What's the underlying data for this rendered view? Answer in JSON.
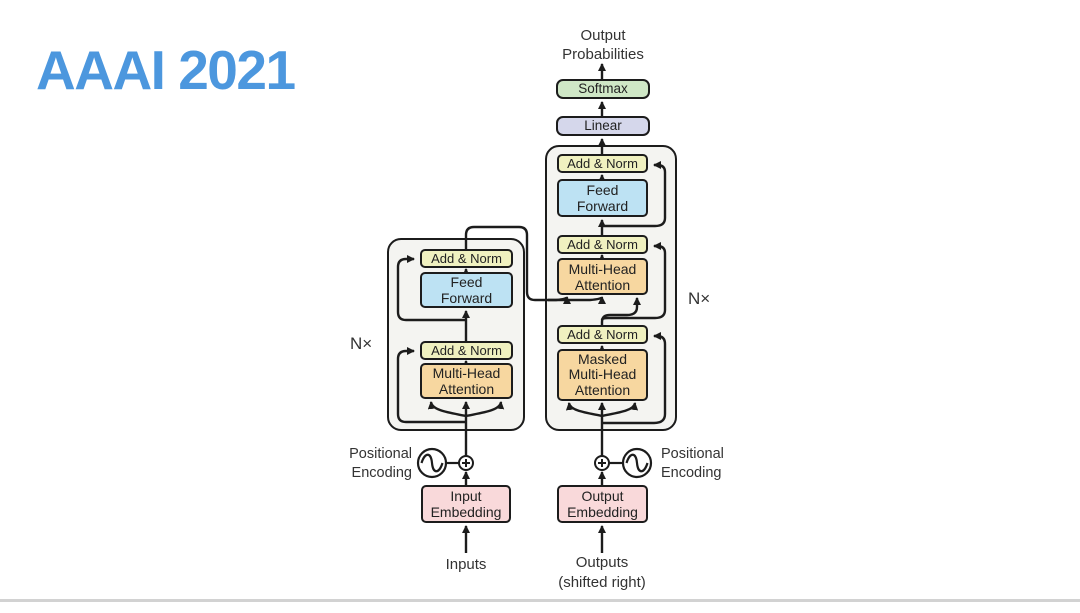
{
  "slide": {
    "title": "AAAI 2021"
  },
  "diagram": {
    "name": "Transformer model architecture",
    "labels": {
      "output_probabilities": "Output Probabilities",
      "softmax": "Softmax",
      "linear": "Linear",
      "add_norm": "Add & Norm",
      "feed_forward": "Feed Forward",
      "multi_head_attention": "Multi-Head Attention",
      "masked_multi_head_attention": "Masked Multi-Head Attention",
      "input_embedding": "Input Embedding",
      "output_embedding": "Output Embedding",
      "positional_encoding": "Positional Encoding",
      "n_times": "N×",
      "inputs": "Inputs",
      "outputs": "Outputs",
      "outputs_note": "(shifted right)"
    },
    "colors": {
      "title_blue": "#4c97de",
      "softmax_fill": "#cfe7c6",
      "linear_fill": "#d5d7eb",
      "add_norm_fill": "#f0f1c0",
      "feed_forward_fill": "#bde2f3",
      "attention_fill": "#f7d7a0",
      "embedding_fill": "#f9d9da",
      "stack_fill": "#f4f4f1",
      "line_color": "#1c1c1c",
      "footer_divider": "#d2d2d2"
    }
  }
}
